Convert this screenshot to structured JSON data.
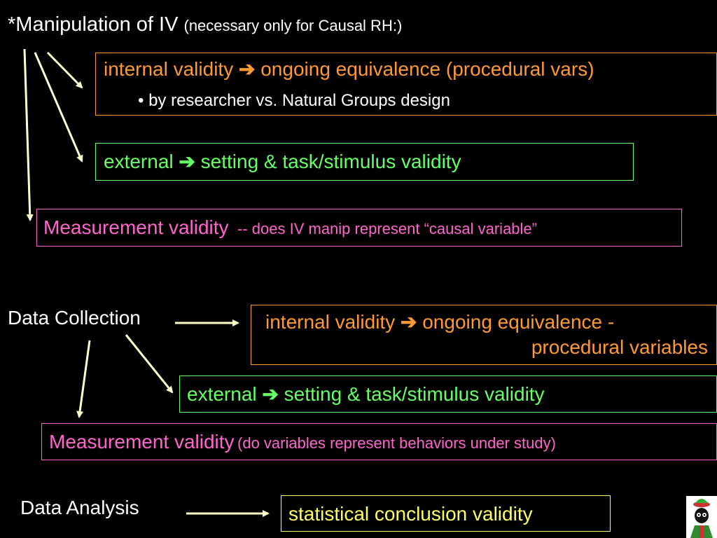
{
  "title": {
    "main": "*Manipulation of IV",
    "paren": "(necessary only for Causal RH:)"
  },
  "iv": {
    "internal": {
      "label": "internal validity",
      "arrow": "➔",
      "text": "ongoing equivalence (procedural vars)",
      "bullet": "•",
      "subtext": "by researcher vs. Natural Groups design"
    },
    "external": {
      "label": "external",
      "arrow": "➔",
      "text": "setting & task/stimulus validity"
    },
    "measurement": {
      "label": "Measurement validity",
      "detail": "-- does IV manip represent “causal variable”"
    }
  },
  "collection": {
    "label": "Data Collection",
    "internal": {
      "label": "internal validity",
      "arrow": "➔",
      "text_line1": "ongoing equivalence -",
      "text_line2": "procedural variables"
    },
    "external": {
      "label": "external",
      "arrow": "➔",
      "text": "setting & task/stimulus validity"
    },
    "measurement": {
      "label": "Measurement validity",
      "detail": "(do variables represent behaviors under study)"
    }
  },
  "analysis": {
    "label": "Data Analysis",
    "result": "statistical conclusion validity"
  },
  "colors": {
    "background": "#000000",
    "arrows": "#ffffcc",
    "internal": "#ff9933",
    "external": "#66ff66",
    "measurement": "#ff66cc",
    "statistical": "#ffff66"
  }
}
